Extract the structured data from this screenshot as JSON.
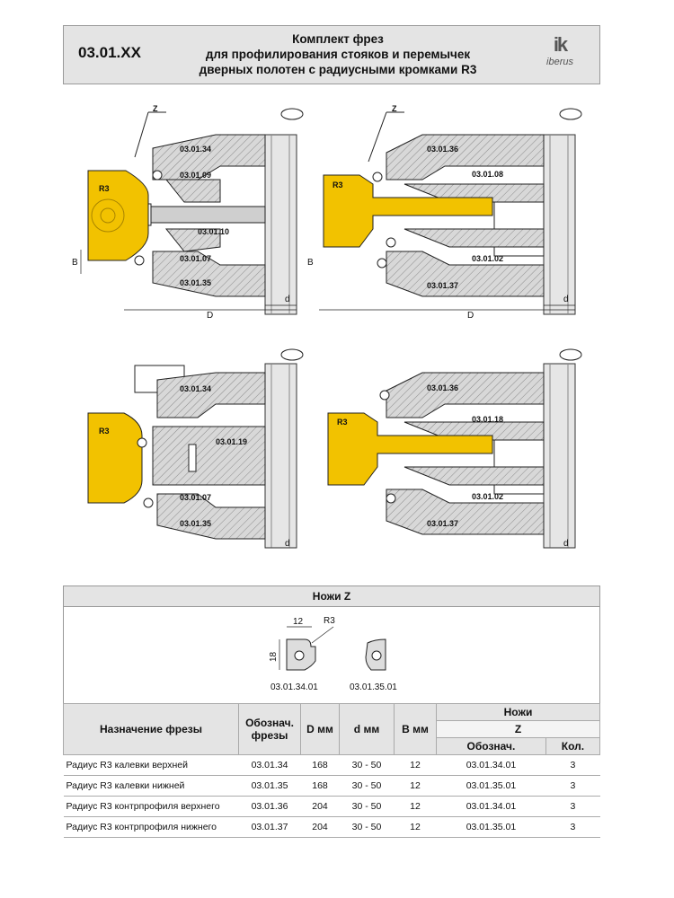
{
  "header": {
    "code": "03.01.XX",
    "title_lines": [
      "Комплект фрез",
      "для профилирования стояков и перемычек",
      "дверных полотен с радиусными кромками  R3"
    ],
    "logo_mark": "ik",
    "logo_brand": "iberus"
  },
  "drawing": {
    "labels": {
      "z": "Z",
      "r3": "R3",
      "b": "B",
      "D": "D",
      "d": "d",
      "p1": [
        "03.01.34",
        "03.01.09",
        "03.01.10",
        "03.01.07",
        "03.01.35"
      ],
      "p2": [
        "03.01.36",
        "03.01.08",
        "03.01.02",
        "03.01.37"
      ],
      "p3": [
        "03.01.34",
        "03.01.19",
        "03.01.07",
        "03.01.35"
      ],
      "p4": [
        "03.01.36",
        "03.01.18",
        "03.01.02",
        "03.01.37"
      ]
    }
  },
  "knives": {
    "title": "Ножи Z",
    "dim_12": "12",
    "dim_18": "18",
    "dim_r3": "R3",
    "knife1_code": "03.01.34.01",
    "knife2_code": "03.01.35.01"
  },
  "table": {
    "headers": {
      "purpose": "Назначение фрезы",
      "code": "Обознач. фрезы",
      "D": "D мм",
      "d": "d мм",
      "B": "B мм",
      "knives": "Ножи",
      "z": "Z",
      "k_code": "Обознач.",
      "k_qty": "Кол."
    },
    "rows": [
      {
        "purpose": "Радиус R3 калевки верхней",
        "code": "03.01.34",
        "D": "168",
        "d": "30 - 50",
        "B": "12",
        "k_code": "03.01.34.01",
        "k_qty": "3"
      },
      {
        "purpose": "Радиус R3 калевки нижней",
        "code": "03.01.35",
        "D": "168",
        "d": "30 - 50",
        "B": "12",
        "k_code": "03.01.35.01",
        "k_qty": "3"
      },
      {
        "purpose": "Радиус R3 контрпрофиля верхнего",
        "code": "03.01.36",
        "D": "204",
        "d": "30 - 50",
        "B": "12",
        "k_code": "03.01.34.01",
        "k_qty": "3"
      },
      {
        "purpose": "Радиус  R3 контрпрофиля нижнего",
        "code": "03.01.37",
        "D": "204",
        "d": "30 - 50",
        "B": "12",
        "k_code": "03.01.35.01",
        "k_qty": "3"
      }
    ]
  },
  "colors": {
    "wood": "#f2c200",
    "steel": "#d8d8d8",
    "header_bg": "#e4e4e4"
  }
}
